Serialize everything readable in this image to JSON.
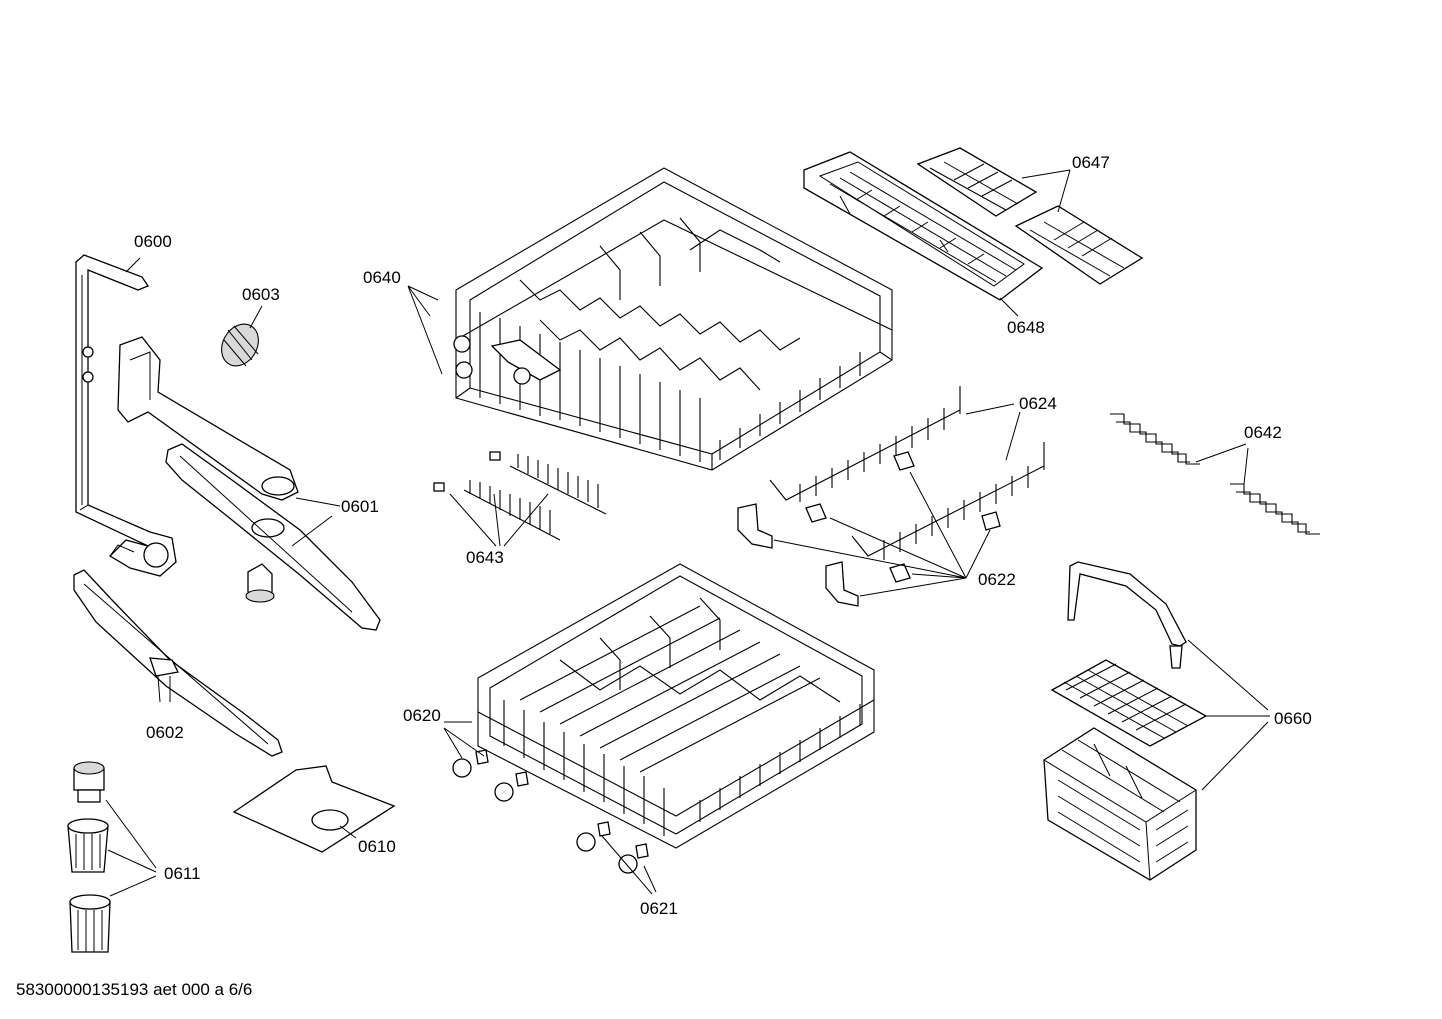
{
  "diagram": {
    "footer": "58300000135193 aet 000 a 6/6",
    "labels": {
      "l0600": "0600",
      "l0603": "0603",
      "l0640": "0640",
      "l0647": "0647",
      "l0648": "0648",
      "l0624": "0624",
      "l0642": "0642",
      "l0601": "0601",
      "l0643": "0643",
      "l0622": "0622",
      "l0602": "0602",
      "l0620": "0620",
      "l0660": "0660",
      "l0610": "0610",
      "l0611": "0611",
      "l0621": "0621"
    }
  }
}
